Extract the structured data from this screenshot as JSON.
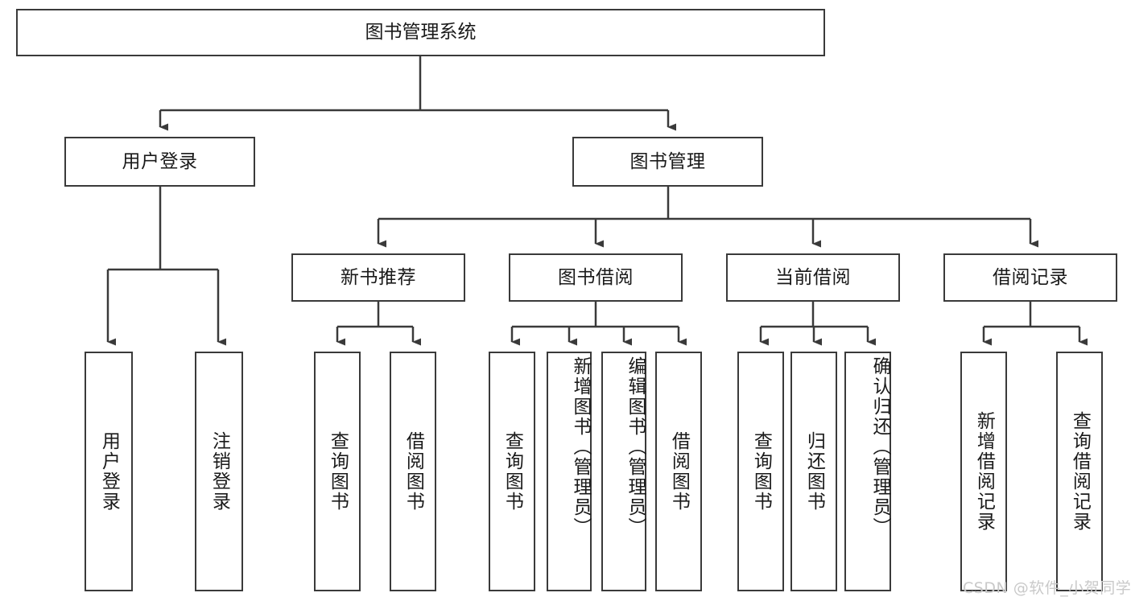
{
  "diagram": {
    "type": "tree-hierarchy-flowchart",
    "root": {
      "label": "图书管理系统"
    },
    "level2": [
      {
        "label": "用户登录"
      },
      {
        "label": "图书管理"
      }
    ],
    "level3": [
      {
        "label": "新书推荐"
      },
      {
        "label": "图书借阅"
      },
      {
        "label": "当前借阅"
      },
      {
        "label": "借阅记录"
      }
    ],
    "leaves": {
      "user_login": [
        {
          "label": "用户登录"
        },
        {
          "label": "注销登录"
        }
      ],
      "new_book_recommend": [
        {
          "label": "查询图书"
        },
        {
          "label": "借阅图书"
        }
      ],
      "book_borrow": [
        {
          "label": "查询图书"
        },
        {
          "label": "新增图书（管理员）"
        },
        {
          "label": "编辑图书（管理员）"
        },
        {
          "label": "借阅图书"
        }
      ],
      "current_borrow": [
        {
          "label": "查询图书"
        },
        {
          "label": "归还图书"
        },
        {
          "label": "确认归还（管理员）"
        }
      ],
      "borrow_record": [
        {
          "label": "新增借阅记录"
        },
        {
          "label": "查询借阅记录"
        }
      ]
    }
  },
  "watermark": {
    "text": "CSDN @软件_小贺同学"
  },
  "colors": {
    "border": "#3a3a3a",
    "background": "#ffffff",
    "text": "#1a1a1a",
    "watermark": "#c9c9c9"
  }
}
